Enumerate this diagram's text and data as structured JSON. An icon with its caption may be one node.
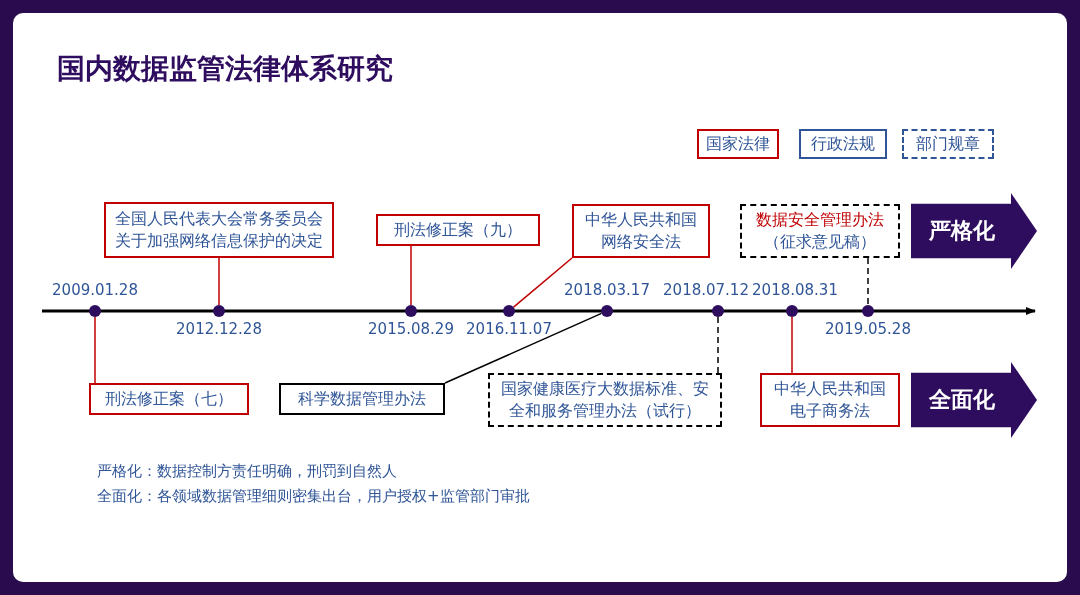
{
  "diagram": {
    "title": "国内数据监管法律体系研究",
    "nodes": [
      {
        "text": [
          "全国人民代表大会常务委员会关于加强网络信息保护的决定"
        ]
      },
      {
        "text": [
          "刑法修正案（九）"
        ]
      },
      {
        "text": [
          "中华人民共和国网络安全法"
        ]
      },
      {
        "text": [
          "数据安全管理办法",
          "（征求意见稿）"
        ]
      },
      {
        "text": [
          "严格化"
        ]
      },
      {
        "text": [],
        "shape": "circle",
        "beside": [
          "2009.01.28"
        ]
      },
      {
        "text": [],
        "shape": "circle",
        "beside": [
          "2012.12.28"
        ]
      },
      {
        "text": [],
        "shape": "circle",
        "beside": [
          "2015.08.29"
        ]
      },
      {
        "text": [],
        "shape": "circle",
        "beside": [
          "2016.11.07"
        ]
      },
      {
        "text": [],
        "shape": "circle",
        "beside": [
          "2018.03.17"
        ]
      },
      {
        "text": [],
        "shape": "circle",
        "beside": [
          "2018.07.12"
        ]
      },
      {
        "text": [],
        "shape": "circle",
        "beside": [
          "2018.08.31"
        ]
      },
      {
        "text": [],
        "shape": "circle",
        "beside": [
          "2019.05.28"
        ]
      },
      {
        "text": [
          "刑法修正案（七）"
        ]
      },
      {
        "text": [
          "科学数据管理办法"
        ]
      },
      {
        "text": [
          "国家健康医疗大数据标准、安全和服务管理办法（试行）"
        ]
      },
      {
        "text": [
          "中华人民共和国电子商务法"
        ]
      },
      {
        "text": [
          "全面化"
        ]
      }
    ],
    "edges": [
      {
        "from": 13,
        "to": 5,
        "arrow": "none"
      },
      {
        "from": 0,
        "to": 6,
        "arrow": "none"
      },
      {
        "from": 1,
        "to": 7,
        "arrow": "none"
      },
      {
        "from": 2,
        "to": 8,
        "arrow": "none"
      },
      {
        "from": 14,
        "to": 9,
        "arrow": "none",
        "color": "#000000"
      },
      {
        "from": 15,
        "to": 10,
        "arrow": "none",
        "style": "dashed",
        "color": "#000000"
      },
      {
        "from": 16,
        "to": 11,
        "arrow": "none"
      },
      {
        "from": 3,
        "to": 12,
        "arrow": "none",
        "style": "dashed",
        "color": "#000000"
      }
    ],
    "labels": [
      "严格化：数据控制方责任明确，刑罚到自然人",
      "全面化：各领域数据管理细则密集出台，用户授权+监管部门审批"
    ],
    "legend": [
      {
        "text": "国家法律"
      },
      {
        "text": "行政法规"
      },
      {
        "text": "部门规章"
      }
    ]
  }
}
